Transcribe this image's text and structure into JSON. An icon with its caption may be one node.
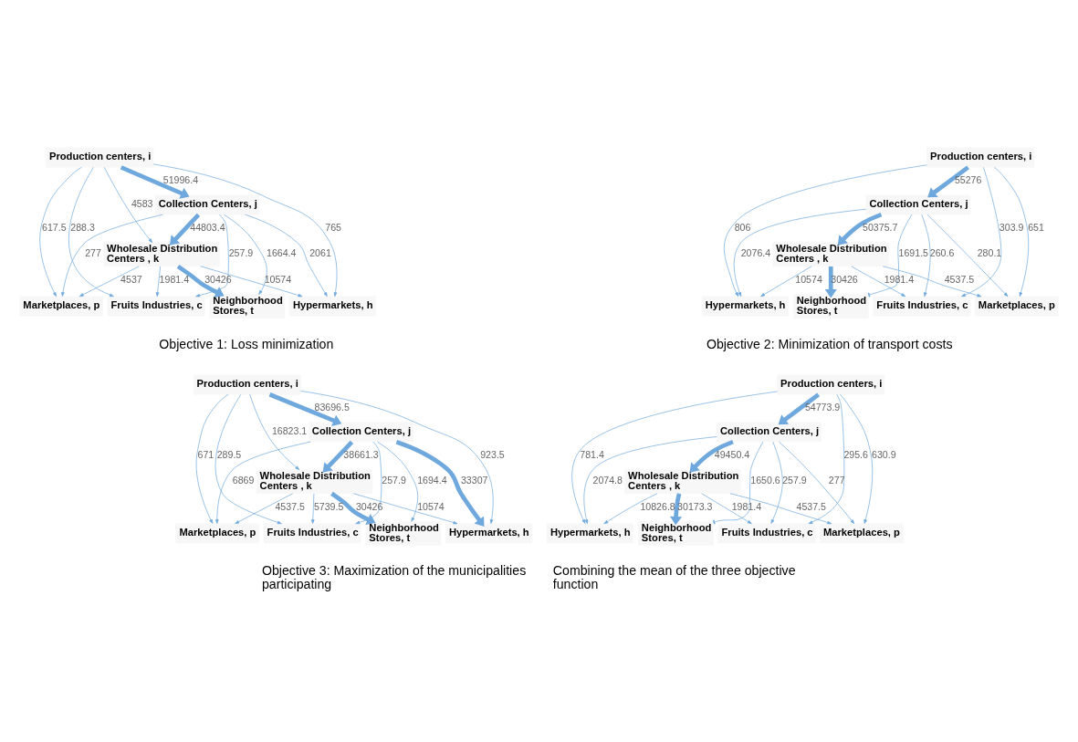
{
  "diagram": {
    "nodes": [
      {
        "text": [
          "Production centers, i"
        ]
      },
      {
        "text": [
          "Collection Centers, j"
        ]
      },
      {
        "text": [
          "Wholesale Distribution Centers , k"
        ]
      },
      {
        "text": [
          "Neighborhood Stores, t"
        ]
      },
      {
        "text": [
          "Marketplaces, p"
        ]
      },
      {
        "text": [
          "Hypermarkets, h"
        ]
      },
      {
        "text": [
          "Fruits Industries, c"
        ]
      },
      {
        "text": [
          "Production centers, i"
        ]
      },
      {
        "text": [
          "Collection Centers, j"
        ]
      },
      {
        "text": [
          "Wholesale Distribution Centers , k"
        ]
      },
      {
        "text": [
          "Neighborhood Stores, t"
        ]
      },
      {
        "text": [
          "Marketplaces, p"
        ]
      },
      {
        "text": [
          "Hypermarkets, h"
        ]
      },
      {
        "text": [
          "Fruits Industries, c"
        ]
      },
      {
        "text": [
          "Production centers, i"
        ]
      },
      {
        "text": [
          "Collection Centers, j"
        ]
      },
      {
        "text": [
          "Wholesale Distribution Centers , k"
        ]
      },
      {
        "text": [
          "Neighborhood Stores, t"
        ]
      },
      {
        "text": [
          "Marketplaces, p"
        ]
      },
      {
        "text": [
          "Hypermarkets, h"
        ]
      },
      {
        "text": [
          "Fruits Industries, c"
        ]
      },
      {
        "text": [
          "Production centers, i"
        ]
      },
      {
        "text": [
          "Collection Centers, j"
        ]
      },
      {
        "text": [
          "Wholesale Distribution Centers , k"
        ]
      },
      {
        "text": [
          "Neighborhood Stores, t"
        ]
      },
      {
        "text": [
          "Marketplaces, p"
        ]
      },
      {
        "text": [
          "Hypermarkets, h"
        ]
      },
      {
        "text": [
          "Fruits Industries, c"
        ]
      }
    ],
    "edges": [
      {
        "from": 0,
        "to": 1,
        "arrow": "to",
        "label": "51996.4",
        "style": "thick"
      },
      {
        "from": 1,
        "to": 2,
        "arrow": "to",
        "label": "44803.4",
        "style": "thick"
      },
      {
        "from": 0,
        "to": 2,
        "arrow": "to",
        "label": "4583"
      },
      {
        "from": 0,
        "to": 4,
        "arrow": "to",
        "label": "617.5"
      },
      {
        "from": 0,
        "to": 5,
        "arrow": "to",
        "label": "765"
      },
      {
        "from": 0,
        "to": 6,
        "arrow": "to",
        "label": "288.3"
      },
      {
        "from": 1,
        "to": 3,
        "arrow": "to",
        "label": "1664.4"
      },
      {
        "from": 1,
        "to": 4,
        "arrow": "to",
        "label": "277"
      },
      {
        "from": 1,
        "to": 5,
        "arrow": "to",
        "label": "2061"
      },
      {
        "from": 1,
        "to": 6,
        "arrow": "to",
        "label": "257.9"
      },
      {
        "from": 2,
        "to": 3,
        "arrow": "to",
        "label": "30426",
        "style": "thick"
      },
      {
        "from": 2,
        "to": 4,
        "arrow": "to",
        "label": "4537"
      },
      {
        "from": 2,
        "to": 5,
        "arrow": "to",
        "label": "10574"
      },
      {
        "from": 2,
        "to": 6,
        "arrow": "to",
        "label": "1981.4"
      },
      {
        "from": 7,
        "to": 8,
        "arrow": "to",
        "label": "55276",
        "style": "thick"
      },
      {
        "from": 8,
        "to": 9,
        "arrow": "to",
        "label": "50375.7",
        "style": "thick"
      },
      {
        "from": 7,
        "to": 11,
        "arrow": "to",
        "label": "651"
      },
      {
        "from": 7,
        "to": 12,
        "arrow": "to",
        "label": "806"
      },
      {
        "from": 7,
        "to": 13,
        "arrow": "to",
        "label": "303.9"
      },
      {
        "from": 8,
        "to": 10,
        "arrow": "other",
        "label": "1691.5"
      },
      {
        "from": 8,
        "to": 11,
        "arrow": "to",
        "label": "280.1"
      },
      {
        "from": 8,
        "to": 12,
        "arrow": "to",
        "label": "2076.4"
      },
      {
        "from": 8,
        "to": 13,
        "arrow": "to",
        "label": "260.6"
      },
      {
        "from": 9,
        "to": 10,
        "arrow": "to",
        "label": "30426",
        "style": "thick"
      },
      {
        "from": 9,
        "to": 11,
        "arrow": "to",
        "label": "4537.5"
      },
      {
        "from": 9,
        "to": 12,
        "arrow": "to",
        "label": "10574"
      },
      {
        "from": 9,
        "to": 13,
        "arrow": "to",
        "label": "1981.4"
      },
      {
        "from": 14,
        "to": 15,
        "arrow": "to",
        "label": "83696.5",
        "style": "thick"
      },
      {
        "from": 15,
        "to": 16,
        "arrow": "to",
        "label": "38661.3",
        "style": "thick"
      },
      {
        "from": 14,
        "to": 16,
        "arrow": "to",
        "label": "16823.1"
      },
      {
        "from": 14,
        "to": 18,
        "arrow": "to",
        "label": "671"
      },
      {
        "from": 14,
        "to": 19,
        "arrow": "to",
        "label": "923.5"
      },
      {
        "from": 14,
        "to": 20,
        "arrow": "to",
        "label": "289.5"
      },
      {
        "from": 15,
        "to": 17,
        "arrow": "to",
        "label": "1694.4"
      },
      {
        "from": 15,
        "to": 18,
        "arrow": "to",
        "label": "6869"
      },
      {
        "from": 15,
        "to": 19,
        "arrow": "to",
        "label": "33307",
        "style": "thick"
      },
      {
        "from": 15,
        "to": 20,
        "arrow": "to",
        "label": "257.9"
      },
      {
        "from": 16,
        "to": 17,
        "arrow": "to",
        "label": "30426",
        "style": "thick"
      },
      {
        "from": 16,
        "to": 18,
        "arrow": "to",
        "label": "4537.5"
      },
      {
        "from": 16,
        "to": 19,
        "arrow": "to",
        "label": "10574"
      },
      {
        "from": 16,
        "to": 20,
        "arrow": "to",
        "label": "5739.5"
      },
      {
        "from": 21,
        "to": 22,
        "arrow": "to",
        "label": "54773.9",
        "style": "thick"
      },
      {
        "from": 22,
        "to": 23,
        "arrow": "to",
        "label": "49450.4",
        "style": "thick"
      },
      {
        "from": 21,
        "to": 25,
        "arrow": "to",
        "label": "630.9"
      },
      {
        "from": 21,
        "to": 26,
        "arrow": "to",
        "label": "781.4"
      },
      {
        "from": 21,
        "to": 27,
        "arrow": "to",
        "label": "295.6"
      },
      {
        "from": 22,
        "to": 24,
        "arrow": "other",
        "label": "1650.6"
      },
      {
        "from": 22,
        "to": 25,
        "arrow": "to",
        "label": "277"
      },
      {
        "from": 22,
        "to": 26,
        "arrow": "to",
        "label": "2074.8"
      },
      {
        "from": 22,
        "to": 27,
        "arrow": "to",
        "label": "257.9"
      },
      {
        "from": 23,
        "to": 24,
        "arrow": "to",
        "label": "30173.3",
        "style": "thick"
      },
      {
        "from": 23,
        "to": 25,
        "arrow": "to",
        "label": "4537.5"
      },
      {
        "from": 23,
        "to": 26,
        "arrow": "to",
        "label": "10826.8"
      },
      {
        "from": 23,
        "to": 27,
        "arrow": "to",
        "label": "1981.4"
      }
    ],
    "labels": [
      "Objective 1: Loss minimization",
      "Objective 2: Minimization of transport costs",
      "Objective 3: Maximization of the municipalities participating",
      "Combining the mean of the three objective function"
    ]
  }
}
